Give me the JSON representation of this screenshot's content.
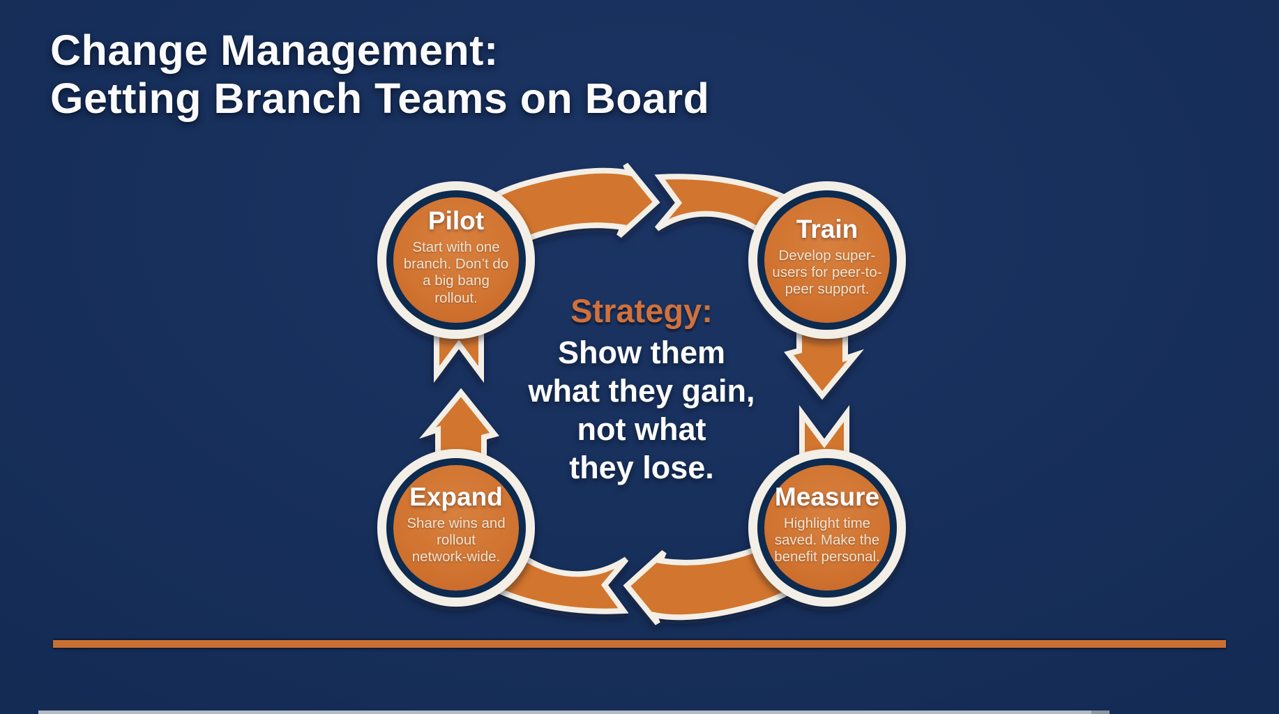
{
  "slide": {
    "title": "Change Management:\nGetting Branch Teams on Board",
    "colors": {
      "background_navy": "#142c55",
      "arrow_orange": "#d2742f",
      "circle_orange": "#d0722f",
      "ring_white": "#f3efe6",
      "strategy_heading_orange": "#d0713c",
      "body_text_cream": "#f3e4cf",
      "divider_orange": "#cb7033"
    }
  },
  "cycle": {
    "center": {
      "heading": "Strategy:",
      "text": "Show them\nwhat they gain,\nnot what\nthey lose."
    },
    "nodes": [
      {
        "id": "pilot",
        "label": "Pilot",
        "description": "Start with one\nbranch. Don’t do\na big bang\nrollout."
      },
      {
        "id": "train",
        "label": "Train",
        "description": "Develop super-\nusers for peer-to-\npeer support."
      },
      {
        "id": "measure",
        "label": "Measure",
        "description": "Highlight time\nsaved. Make the\nbenefit personal."
      },
      {
        "id": "expand",
        "label": "Expand",
        "description": "Share wins and\nrollout\nnetwork-wide."
      }
    ]
  }
}
